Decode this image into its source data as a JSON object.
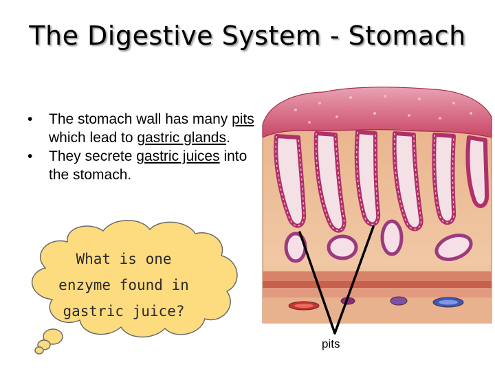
{
  "title": "The Digestive System - Stomach",
  "bullets": [
    {
      "parts": [
        "The stomach wall has many ",
        "pits",
        " which lead to ",
        "gastric glands",
        "."
      ]
    },
    {
      "parts": [
        "They secrete ",
        "gastric juices",
        " into the stomach."
      ]
    }
  ],
  "thought_bubble": {
    "lines": [
      "What is one",
      "enzyme found in",
      "gastric juice?"
    ],
    "fill": "#fddb7f"
  },
  "diagram": {
    "label": "pits"
  }
}
